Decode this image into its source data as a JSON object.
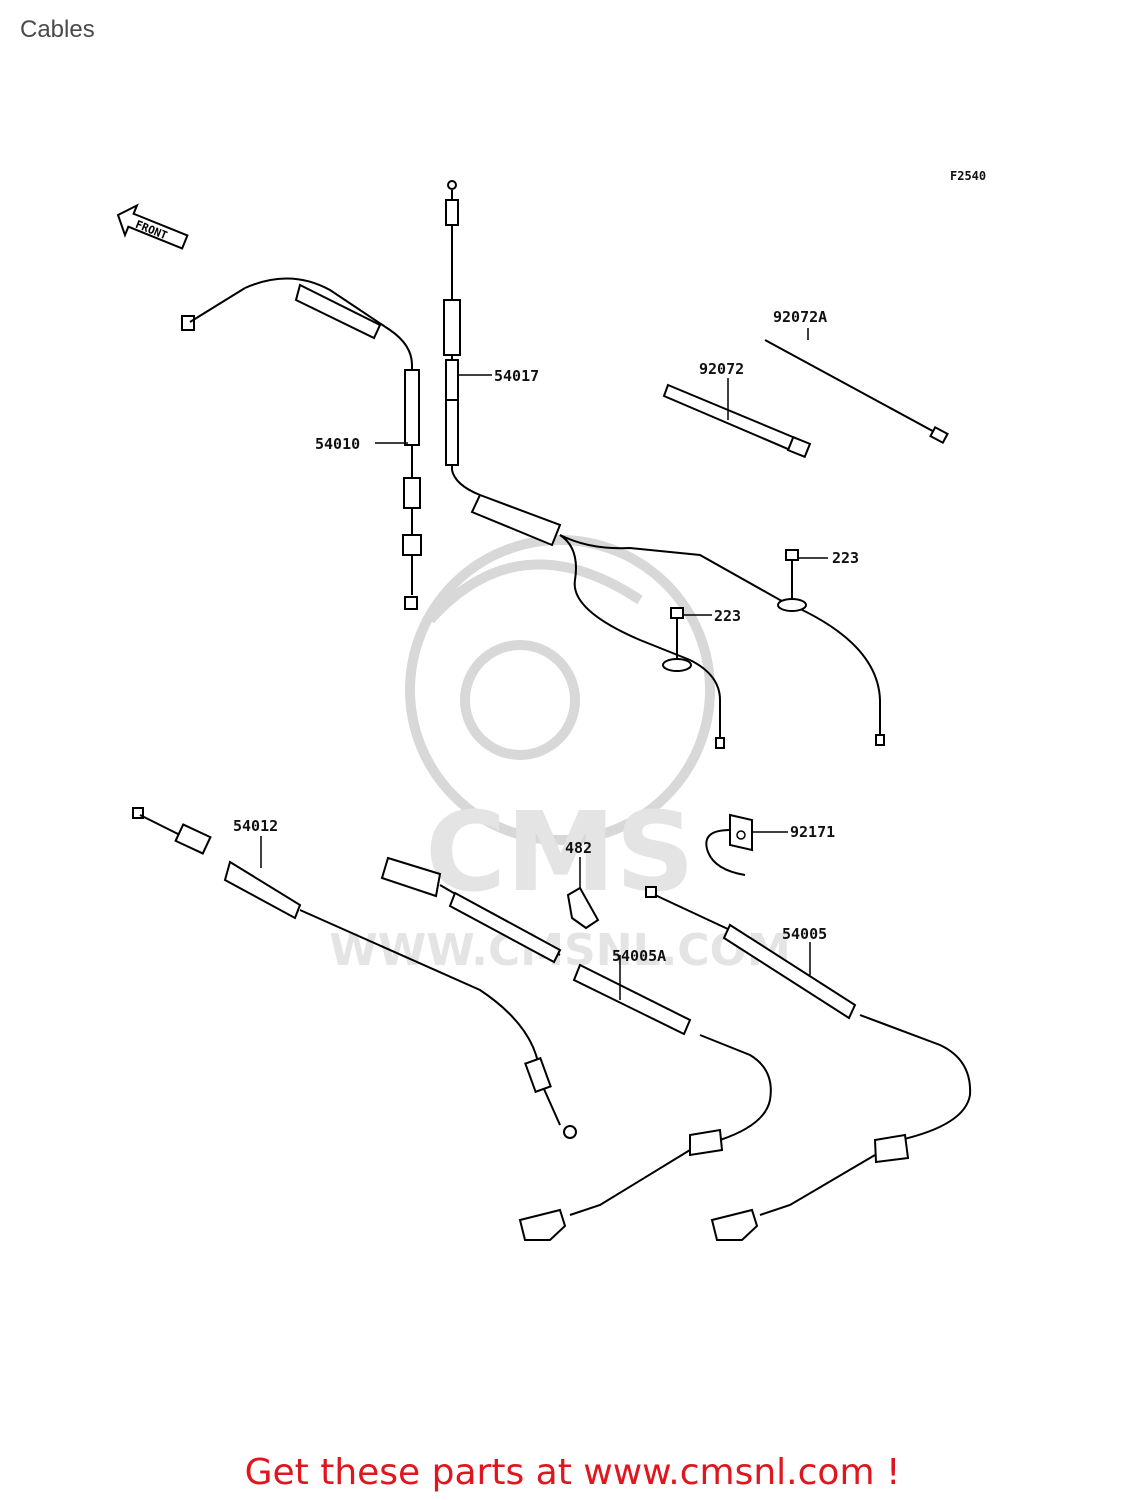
{
  "page": {
    "title": "Cables"
  },
  "figure": {
    "code": "F2540",
    "direction_label": "FRONT"
  },
  "parts": [
    {
      "number": "54010"
    },
    {
      "number": "54017"
    },
    {
      "number": "92072A"
    },
    {
      "number": "92072"
    },
    {
      "number": "223"
    },
    {
      "number": "223"
    },
    {
      "number": "54012"
    },
    {
      "number": "482"
    },
    {
      "number": "92171"
    },
    {
      "number": "54005A"
    },
    {
      "number": "54005"
    }
  ],
  "watermark": {
    "text": "WWW.CMSNL.COM",
    "logo_text": "CMS"
  },
  "footer": {
    "cta": "Get these parts at www.cmsnl.com !"
  },
  "colors": {
    "cta": "#e0161e",
    "title": "#4a4a4a",
    "watermark": "#d8d8d8"
  }
}
